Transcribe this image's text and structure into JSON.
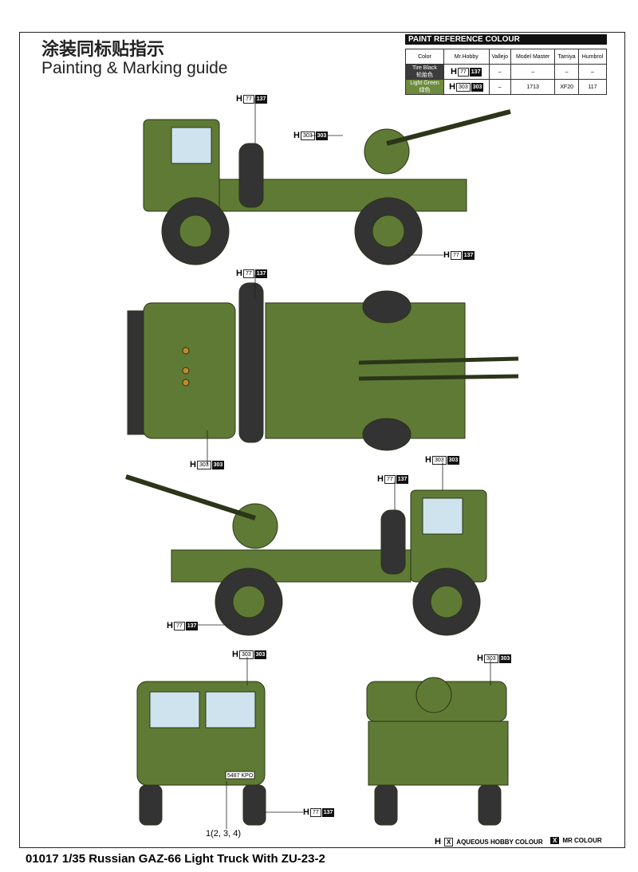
{
  "header": {
    "title_cn": "涂装同标贴指示",
    "title_en": "Painting & Marking guide"
  },
  "paint_table": {
    "title": "PAINT  REFERENCE COLOUR",
    "columns": [
      "Color",
      "Mr.Hobby",
      "Vallejo",
      "Model Master",
      "Tamiya",
      "Humbrol"
    ],
    "rows": [
      {
        "name": "Tire Black",
        "name_cn": "轮胎色",
        "h": "77",
        "mr": "137",
        "vallejo": "–",
        "model_master": "–",
        "tamiya": "–",
        "humbrol": "–",
        "color": "#3c3c3c"
      },
      {
        "name": "Light Green",
        "name_cn": "绿色",
        "h": "303",
        "mr": "303",
        "vallejo": "–",
        "model_master": "1713",
        "tamiya": "XF20",
        "humbrol": "117",
        "color": "#6e8b3d"
      }
    ]
  },
  "callouts": {
    "h": "H",
    "black": {
      "h": "77",
      "mr": "137"
    },
    "green": {
      "h": "303",
      "mr": "303"
    }
  },
  "plate": "5487 KPO",
  "part_label": "1(2, 3, 4)",
  "legend": {
    "h": "H",
    "x": "X",
    "aqueous": "AQUEOUS HOBBY COLOUR",
    "mr": "MR COLOUR"
  },
  "footer": "01017 1/35  Russian GAZ-66 Light Truck With ZU-23-2"
}
